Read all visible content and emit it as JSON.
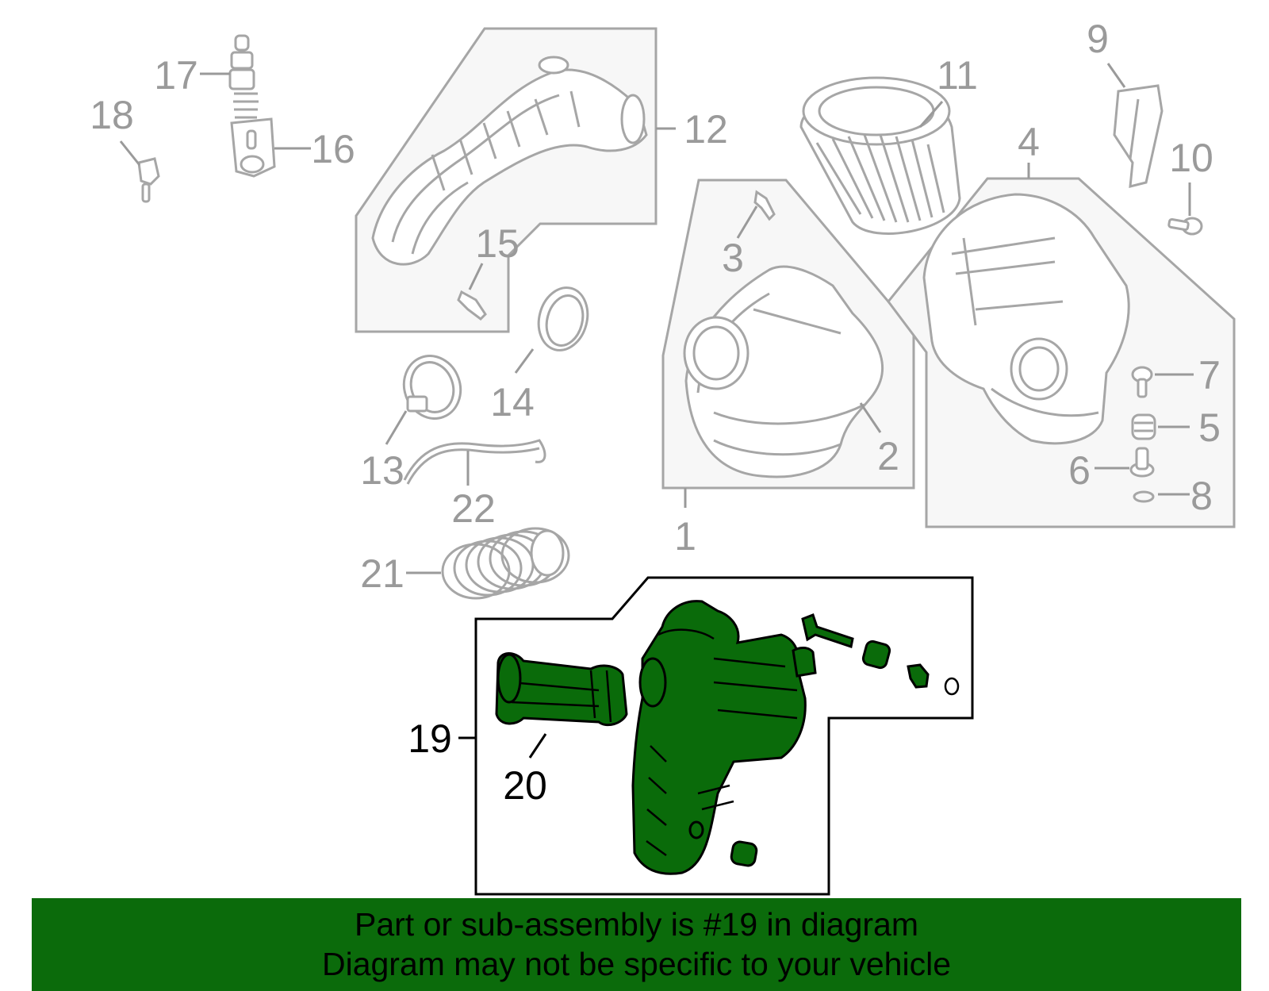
{
  "callouts": {
    "c1": "1",
    "c2": "2",
    "c3": "3",
    "c4": "4",
    "c5": "5",
    "c6": "6",
    "c7": "7",
    "c8": "8",
    "c9": "9",
    "c10": "10",
    "c11": "11",
    "c12": "12",
    "c13": "13",
    "c14": "14",
    "c15": "15",
    "c16": "16",
    "c17": "17",
    "c18": "18",
    "c19": "19",
    "c20": "20",
    "c21": "21",
    "c22": "22"
  },
  "highlighted_part": "19",
  "colors": {
    "highlight": "#0b6b0b",
    "ghost": "#a6a6a6",
    "box_fill": "#f7f7f7"
  },
  "banner": {
    "line1": "Part or sub-assembly is #19 in diagram",
    "line2": "Diagram may not be specific to your vehicle"
  }
}
